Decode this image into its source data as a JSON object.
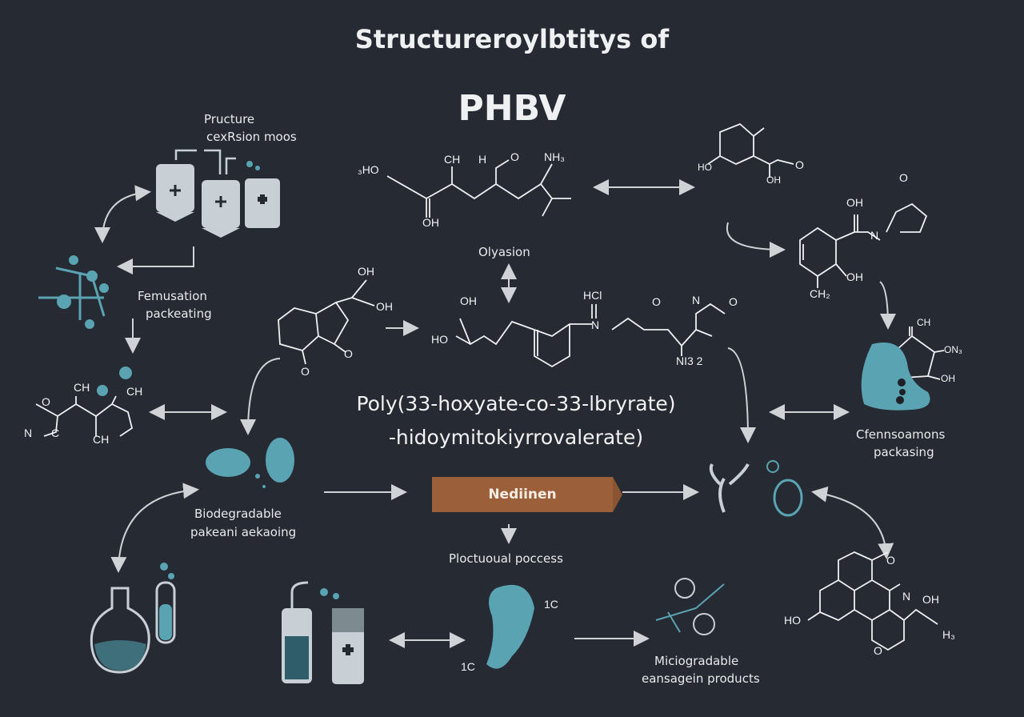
{
  "title": {
    "line1": "Structureroylbtitys of",
    "line2": "PHBV"
  },
  "labels": {
    "pructure": "Pructure",
    "cexrsion": "cexRsion moos",
    "femusation": "Femusation",
    "packeating": "packeating",
    "olyasion": "Olyasion",
    "poly_line1": "Poly(33-hoxyate-co-33-lbryrate)",
    "poly_line2": "-hidoymitokiyrrovalerate)",
    "nediinen": "Nediinen",
    "process": "Ploctuoual poccess",
    "bio1": "Biodegradable",
    "bio2": "pakeani aekaoing",
    "cfenn1": "Cfennsoamons",
    "cfenn2": "packasing",
    "micio1": "Miciogradable",
    "micio2": "eansagein products"
  },
  "chem": [
    "₃HO",
    "CH",
    "H",
    "O",
    "NH₃",
    "OH",
    "HO",
    "OH",
    "O",
    "OH",
    "O",
    "N",
    "OH",
    "CH₂",
    "OH",
    "OH",
    "O",
    "O",
    "OH",
    "HO",
    "HCl",
    "N",
    "O",
    "N",
    "O",
    "NI3 2",
    "CH",
    "ON₃",
    "OH",
    "CH",
    "CH",
    "O",
    "N",
    "C",
    "CH",
    "1C",
    "1C",
    "O",
    "N",
    "OH",
    "HO",
    "H₃",
    "O"
  ],
  "colors": {
    "background": "#262a33",
    "accent": "#5aa3b3",
    "box": "#9b6039",
    "line": "#d8dadc"
  }
}
